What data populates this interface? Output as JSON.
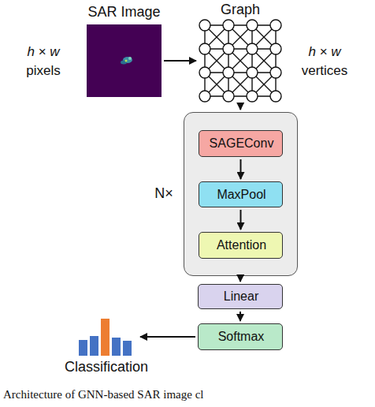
{
  "diagram": {
    "caption": "Architecture of GNN-based SAR image cl",
    "nodes": [
      {
        "text": [
          "SAR Image"
        ]
      },
      {
        "text": [
          "Graph"
        ]
      },
      {
        "text": [
          "N×"
        ]
      },
      {
        "text": [
          "SAGEConv"
        ],
        "in": 2
      },
      {
        "text": [
          "MaxPool"
        ],
        "in": 2
      },
      {
        "text": [
          "Attention"
        ],
        "in": 2
      },
      {
        "text": [
          "Linear"
        ]
      },
      {
        "text": [
          "Softmax"
        ]
      },
      {
        "text": [
          "Classification"
        ]
      }
    ],
    "edges": [
      {
        "from": 0,
        "to": 1,
        "arrow": "to"
      },
      {
        "from": 1,
        "to": 2,
        "arrow": "to"
      },
      {
        "from": 3,
        "to": 4,
        "arrow": "to"
      },
      {
        "from": 4,
        "to": 5,
        "arrow": "to"
      },
      {
        "from": 2,
        "to": 6,
        "arrow": "to"
      },
      {
        "from": 6,
        "to": 7,
        "arrow": "to"
      },
      {
        "from": 7,
        "to": 8,
        "arrow": "to"
      }
    ],
    "labels": [
      "h × w",
      "pixels",
      "h × w",
      "vertices"
    ]
  }
}
